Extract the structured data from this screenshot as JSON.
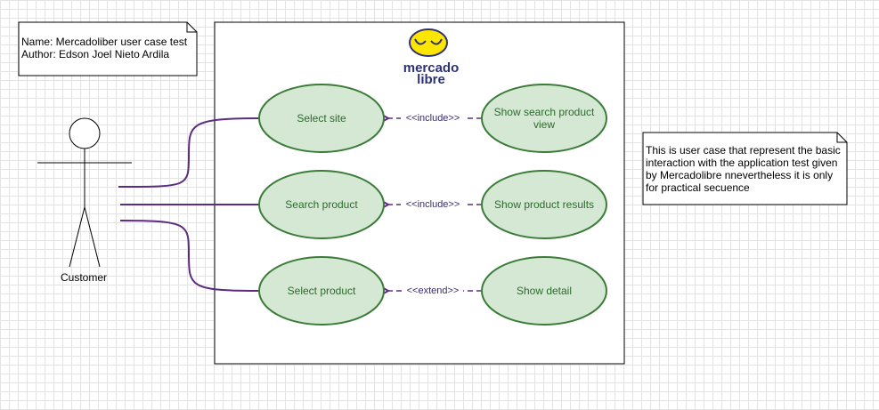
{
  "note_top": {
    "line1": "Name: Mercadoliber user case test",
    "line2": "Author: Edson Joel Nieto Ardila"
  },
  "note_right": {
    "text": "This is user case that represent the basic interaction with the application test given by Mercadolibre nnevertheless it is only for practical secuence"
  },
  "actor": {
    "label": "Customer"
  },
  "logo": {
    "line1": "mercado",
    "line2": "libre"
  },
  "use_cases": {
    "select_site": "Select site",
    "search_product": "Search product",
    "select_product": "Select product",
    "show_search_view_l1": "Show search product",
    "show_search_view_l2": "view",
    "show_results": "Show product results",
    "show_detail": "Show detail"
  },
  "relations": {
    "include1": "<<include>>",
    "include2": "<<include>>",
    "extend1": "<<extend>>"
  },
  "colors": {
    "usecase_fill": "#d5e8d4",
    "usecase_stroke": "#3b7d38",
    "association": "#5b2c7f",
    "logo_yellow": "#ffe600",
    "logo_navy": "#2d3277"
  }
}
